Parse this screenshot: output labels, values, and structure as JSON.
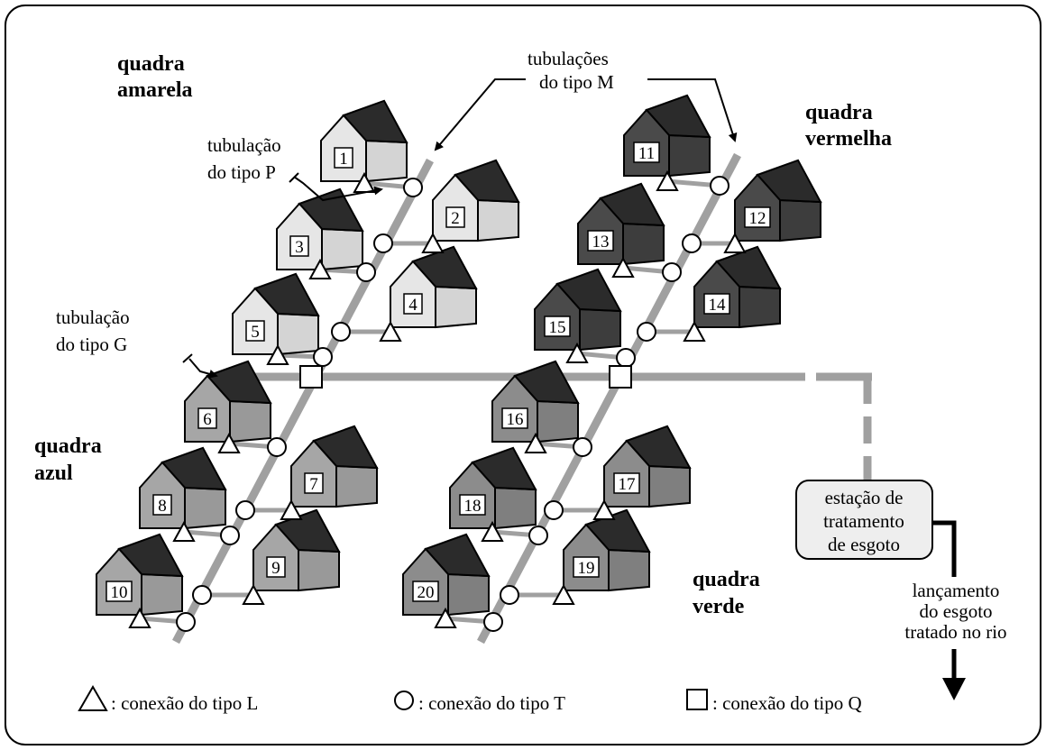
{
  "blocks": {
    "amarela": {
      "line1": "quadra",
      "line2": "amarela"
    },
    "vermelha": {
      "line1": "quadra",
      "line2": "vermelha"
    },
    "azul": {
      "line1": "quadra",
      "line2": "azul"
    },
    "verde": {
      "line1": "quadra",
      "line2": "verde"
    }
  },
  "pipes": {
    "type_m": {
      "line1": "tubulações",
      "line2": "do tipo M"
    },
    "type_p": {
      "line1": "tubulação",
      "line2": "do tipo P"
    },
    "type_g": {
      "line1": "tubulação",
      "line2": "do tipo G"
    }
  },
  "station": {
    "line1": "estação de",
    "line2": "tratamento",
    "line3": "de esgoto"
  },
  "discharge": {
    "line1": "lançamento",
    "line2": "do esgoto",
    "line3": "tratado no rio"
  },
  "legend": {
    "l": ": conexão do tipo L",
    "t": ": conexão do tipo T",
    "q": ": conexão do tipo Q"
  },
  "houses": [
    {
      "number": "1",
      "block": "amarela"
    },
    {
      "number": "2",
      "block": "amarela"
    },
    {
      "number": "3",
      "block": "amarela"
    },
    {
      "number": "4",
      "block": "amarela"
    },
    {
      "number": "5",
      "block": "amarela"
    },
    {
      "number": "6",
      "block": "azul"
    },
    {
      "number": "7",
      "block": "azul"
    },
    {
      "number": "8",
      "block": "azul"
    },
    {
      "number": "9",
      "block": "azul"
    },
    {
      "number": "10",
      "block": "azul"
    },
    {
      "number": "11",
      "block": "vermelha"
    },
    {
      "number": "12",
      "block": "vermelha"
    },
    {
      "number": "13",
      "block": "vermelha"
    },
    {
      "number": "14",
      "block": "vermelha"
    },
    {
      "number": "15",
      "block": "vermelha"
    },
    {
      "number": "16",
      "block": "verde"
    },
    {
      "number": "17",
      "block": "verde"
    },
    {
      "number": "18",
      "block": "verde"
    },
    {
      "number": "19",
      "block": "verde"
    },
    {
      "number": "20",
      "block": "verde"
    }
  ],
  "colors": {
    "amarela_front": "#e6e6e6",
    "amarela_side": "#d4d4d4",
    "azul_front": "#a6a6a6",
    "azul_side": "#999999",
    "vermelha_front": "#4a4a4a",
    "vermelha_side": "#3d3d3d",
    "verde_front": "#8c8c8c",
    "verde_side": "#7f7f7f",
    "roof": "#2b2b2b",
    "pipe": "#a0a0a0"
  }
}
